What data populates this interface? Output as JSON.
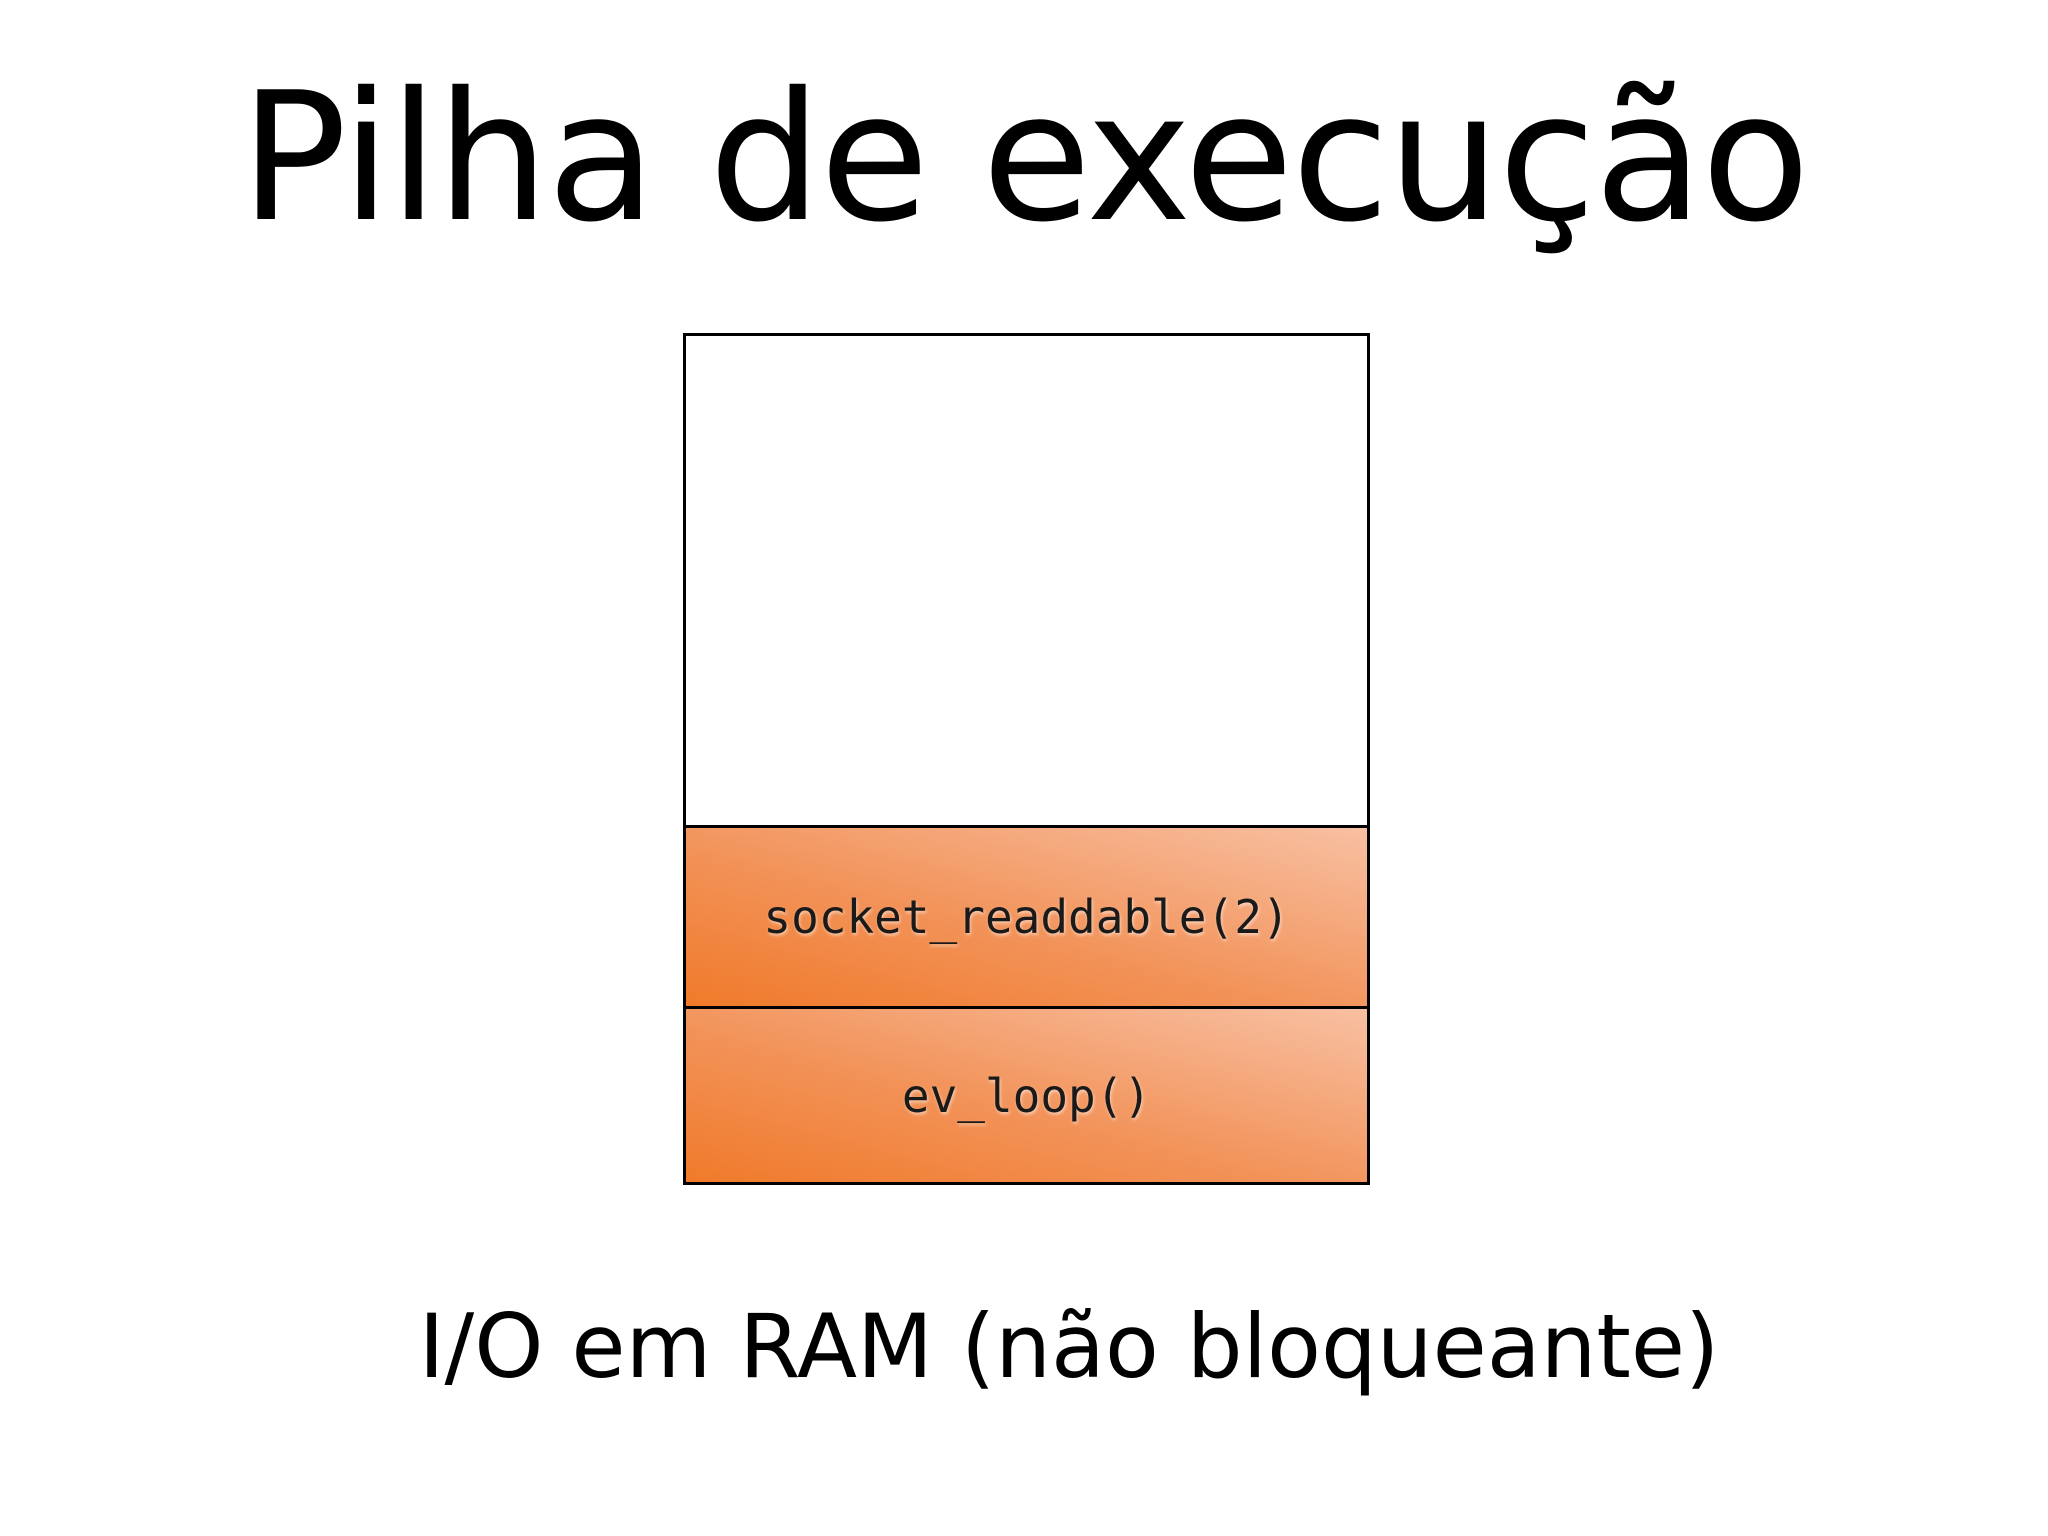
{
  "slide": {
    "title": "Pilha de execução",
    "stack_frames": [
      {
        "label": "socket_readdable(2)"
      },
      {
        "label": "ev_loop()"
      }
    ],
    "caption": "I/O em RAM (não bloqueante)",
    "colors": {
      "frame_fill_start": "#f07a2a",
      "frame_fill_end": "#f8c0a2",
      "border": "#000000",
      "background": "#ffffff"
    }
  }
}
